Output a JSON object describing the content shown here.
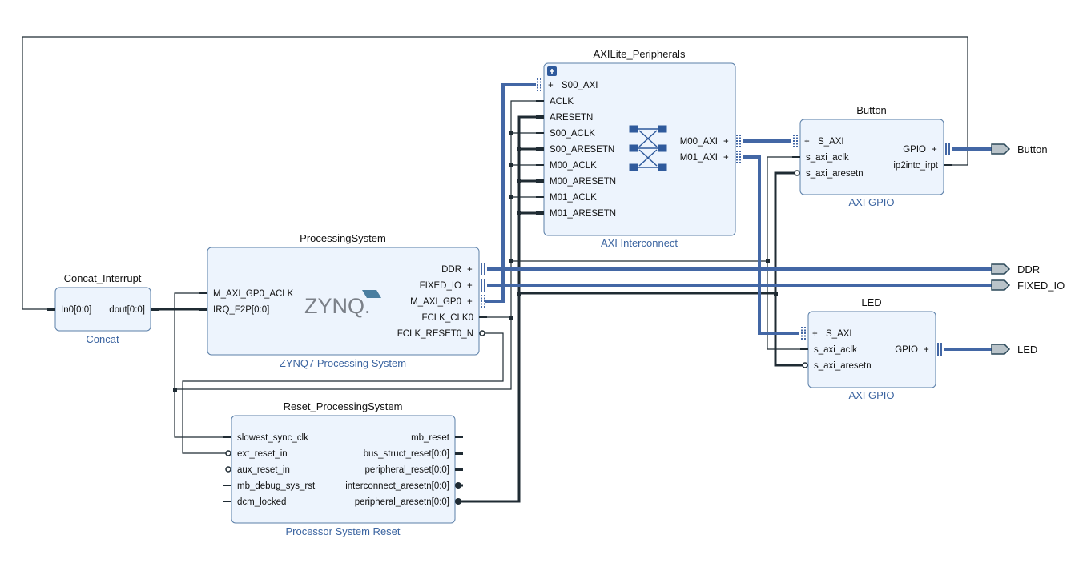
{
  "blocks": {
    "axilite": {
      "title": "AXILite_Peripherals",
      "subtitle": "AXI Interconnect",
      "ports_left": [
        "S00_AXI",
        "ACLK",
        "ARESETN",
        "S00_ACLK",
        "S00_ARESETN",
        "M00_ACLK",
        "M00_ARESETN",
        "M01_ACLK",
        "M01_ARESETN"
      ],
      "ports_right": [
        "M00_AXI",
        "M01_AXI"
      ]
    },
    "button": {
      "title": "Button",
      "subtitle": "AXI GPIO",
      "ports_left": [
        "S_AXI",
        "s_axi_aclk",
        "s_axi_aresetn"
      ],
      "ports_right": [
        "GPIO",
        "ip2intc_irpt"
      ]
    },
    "led": {
      "title": "LED",
      "subtitle": "AXI GPIO",
      "ports_left": [
        "S_AXI",
        "s_axi_aclk",
        "s_axi_aresetn"
      ],
      "ports_right": [
        "GPIO"
      ]
    },
    "ps": {
      "title": "ProcessingSystem",
      "subtitle": "ZYNQ7 Processing System",
      "logo": "ZYNQ.",
      "ports_left": [
        "M_AXI_GP0_ACLK",
        "IRQ_F2P[0:0]"
      ],
      "ports_right": [
        "DDR",
        "FIXED_IO",
        "M_AXI_GP0",
        "FCLK_CLK0",
        "FCLK_RESET0_N"
      ]
    },
    "concat": {
      "title": "Concat_Interrupt",
      "subtitle": "Concat",
      "ports_left": [
        "In0[0:0]"
      ],
      "ports_right": [
        "dout[0:0]"
      ]
    },
    "reset": {
      "title": "Reset_ProcessingSystem",
      "subtitle": "Processor System Reset",
      "ports_left": [
        "slowest_sync_clk",
        "ext_reset_in",
        "aux_reset_in",
        "mb_debug_sys_rst",
        "dcm_locked"
      ],
      "ports_right": [
        "mb_reset",
        "bus_struct_reset[0:0]",
        "peripheral_reset[0:0]",
        "interconnect_aresetn[0:0]",
        "peripheral_aresetn[0:0]"
      ]
    }
  },
  "external_ports": [
    "Button",
    "DDR",
    "FIXED_IO",
    "LED"
  ],
  "colors": {
    "bus": "#4367a5",
    "wire": "#1f2b33",
    "block_fill": "#edf4fd",
    "block_border": "#5b7fa8",
    "subtitle": "#3b64a0",
    "port_arrow": "#b9c3c9"
  }
}
